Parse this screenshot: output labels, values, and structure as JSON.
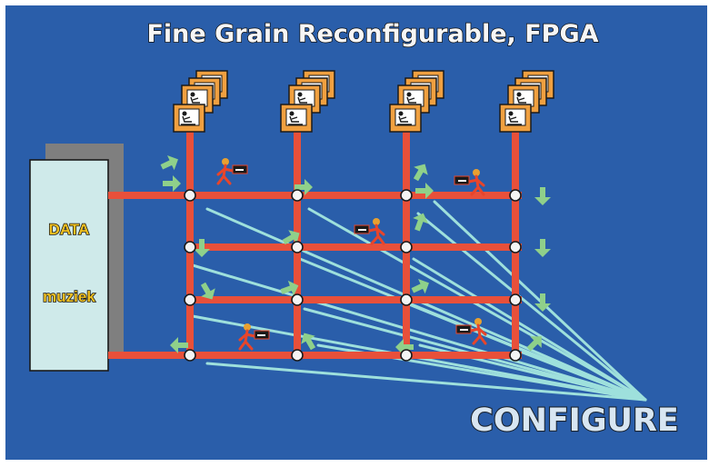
{
  "title": "Fine Grain Reconfigurable, FPGA",
  "data_block": {
    "line1": "DATA",
    "line2": "muziek"
  },
  "configure_label": "CONFIGURE",
  "colors": {
    "background": "#2a5eaa",
    "wire": "#e8503a",
    "config_line": "#9ee0dc",
    "arrow": "#8fd08a",
    "processor_card": "#f0a040",
    "data_block": "#cfeaea",
    "runner": "#e8452a"
  },
  "icons": [
    "processor-stack-icon",
    "runner-icon",
    "flow-arrow-icon",
    "switch-node-icon"
  ]
}
